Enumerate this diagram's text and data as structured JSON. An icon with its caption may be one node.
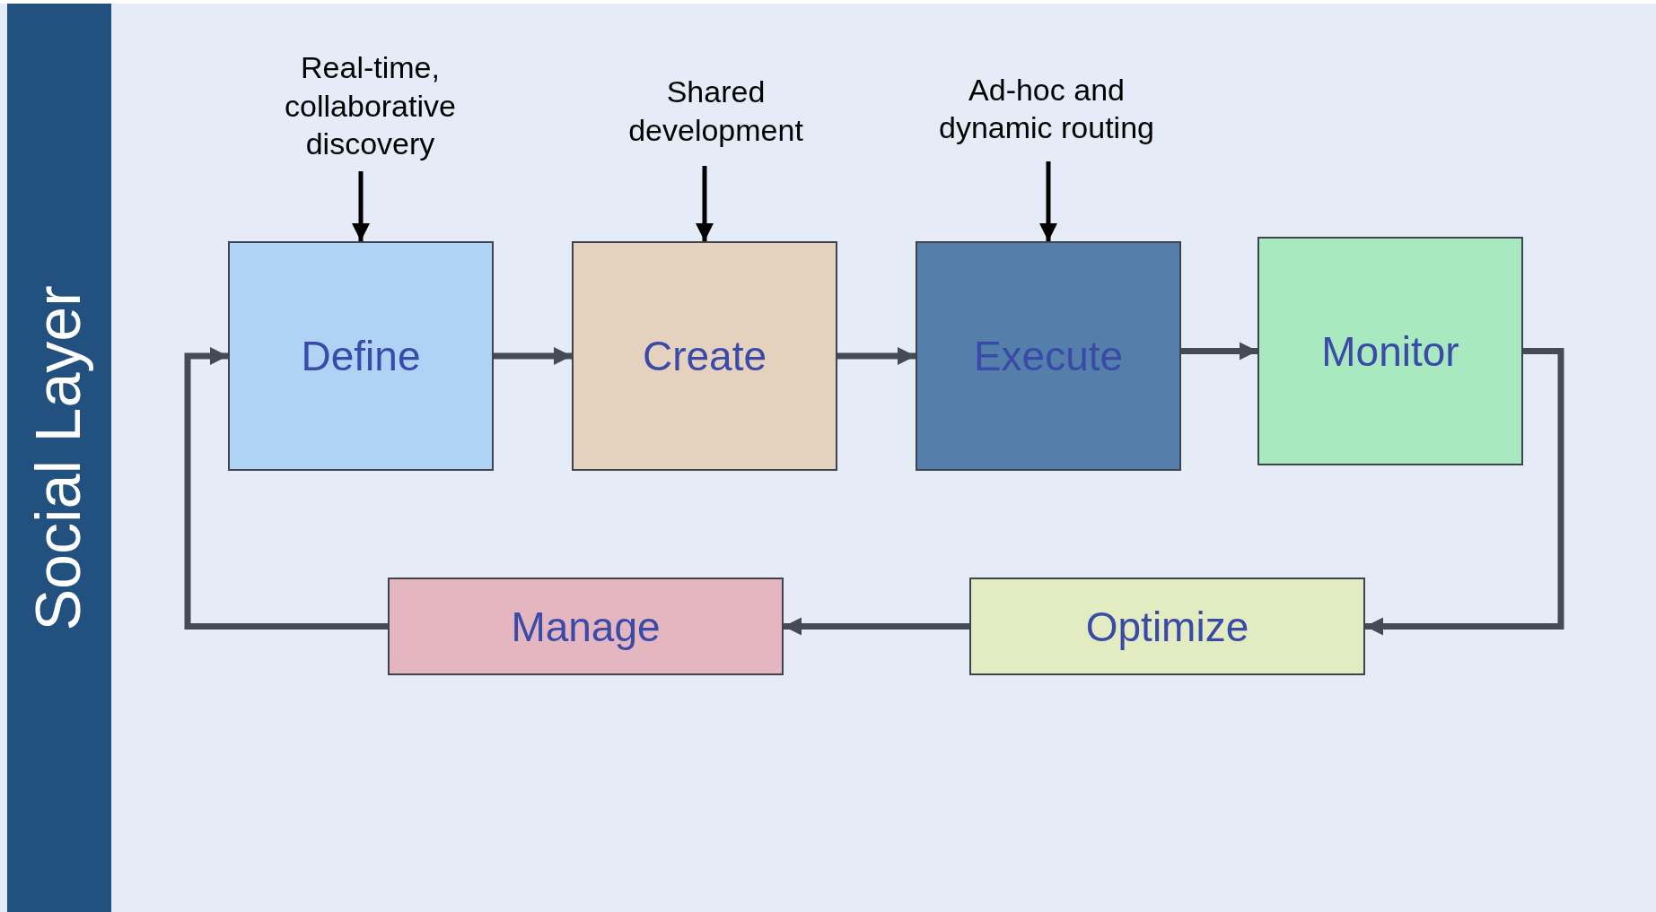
{
  "diagram": {
    "nodes": [
      {
        "text": [
          "Social Layer"
        ]
      },
      {
        "text": [
          "Real-time, collaborative discovery"
        ]
      },
      {
        "text": [
          "Shared development"
        ]
      },
      {
        "text": [
          "Ad-hoc and dynamic routing"
        ]
      },
      {
        "text": [
          "Define"
        ]
      },
      {
        "text": [
          "Create"
        ]
      },
      {
        "text": [
          "Execute"
        ]
      },
      {
        "text": [
          "Monitor"
        ]
      },
      {
        "text": [
          "Manage"
        ]
      },
      {
        "text": [
          "Optimize"
        ]
      }
    ],
    "edges": [
      {
        "from": 1,
        "to": 4,
        "arrow": "to",
        "color": "#000000"
      },
      {
        "from": 2,
        "to": 5,
        "arrow": "to",
        "color": "#000000"
      },
      {
        "from": 3,
        "to": 6,
        "arrow": "to",
        "color": "#000000"
      },
      {
        "from": 4,
        "to": 5,
        "arrow": "to"
      },
      {
        "from": 5,
        "to": 6,
        "arrow": "to"
      },
      {
        "from": 6,
        "to": 7,
        "arrow": "to"
      },
      {
        "from": 7,
        "to": 9,
        "arrow": "to"
      },
      {
        "from": 9,
        "to": 8,
        "arrow": "to"
      },
      {
        "from": 8,
        "to": 4,
        "arrow": "to"
      }
    ]
  }
}
